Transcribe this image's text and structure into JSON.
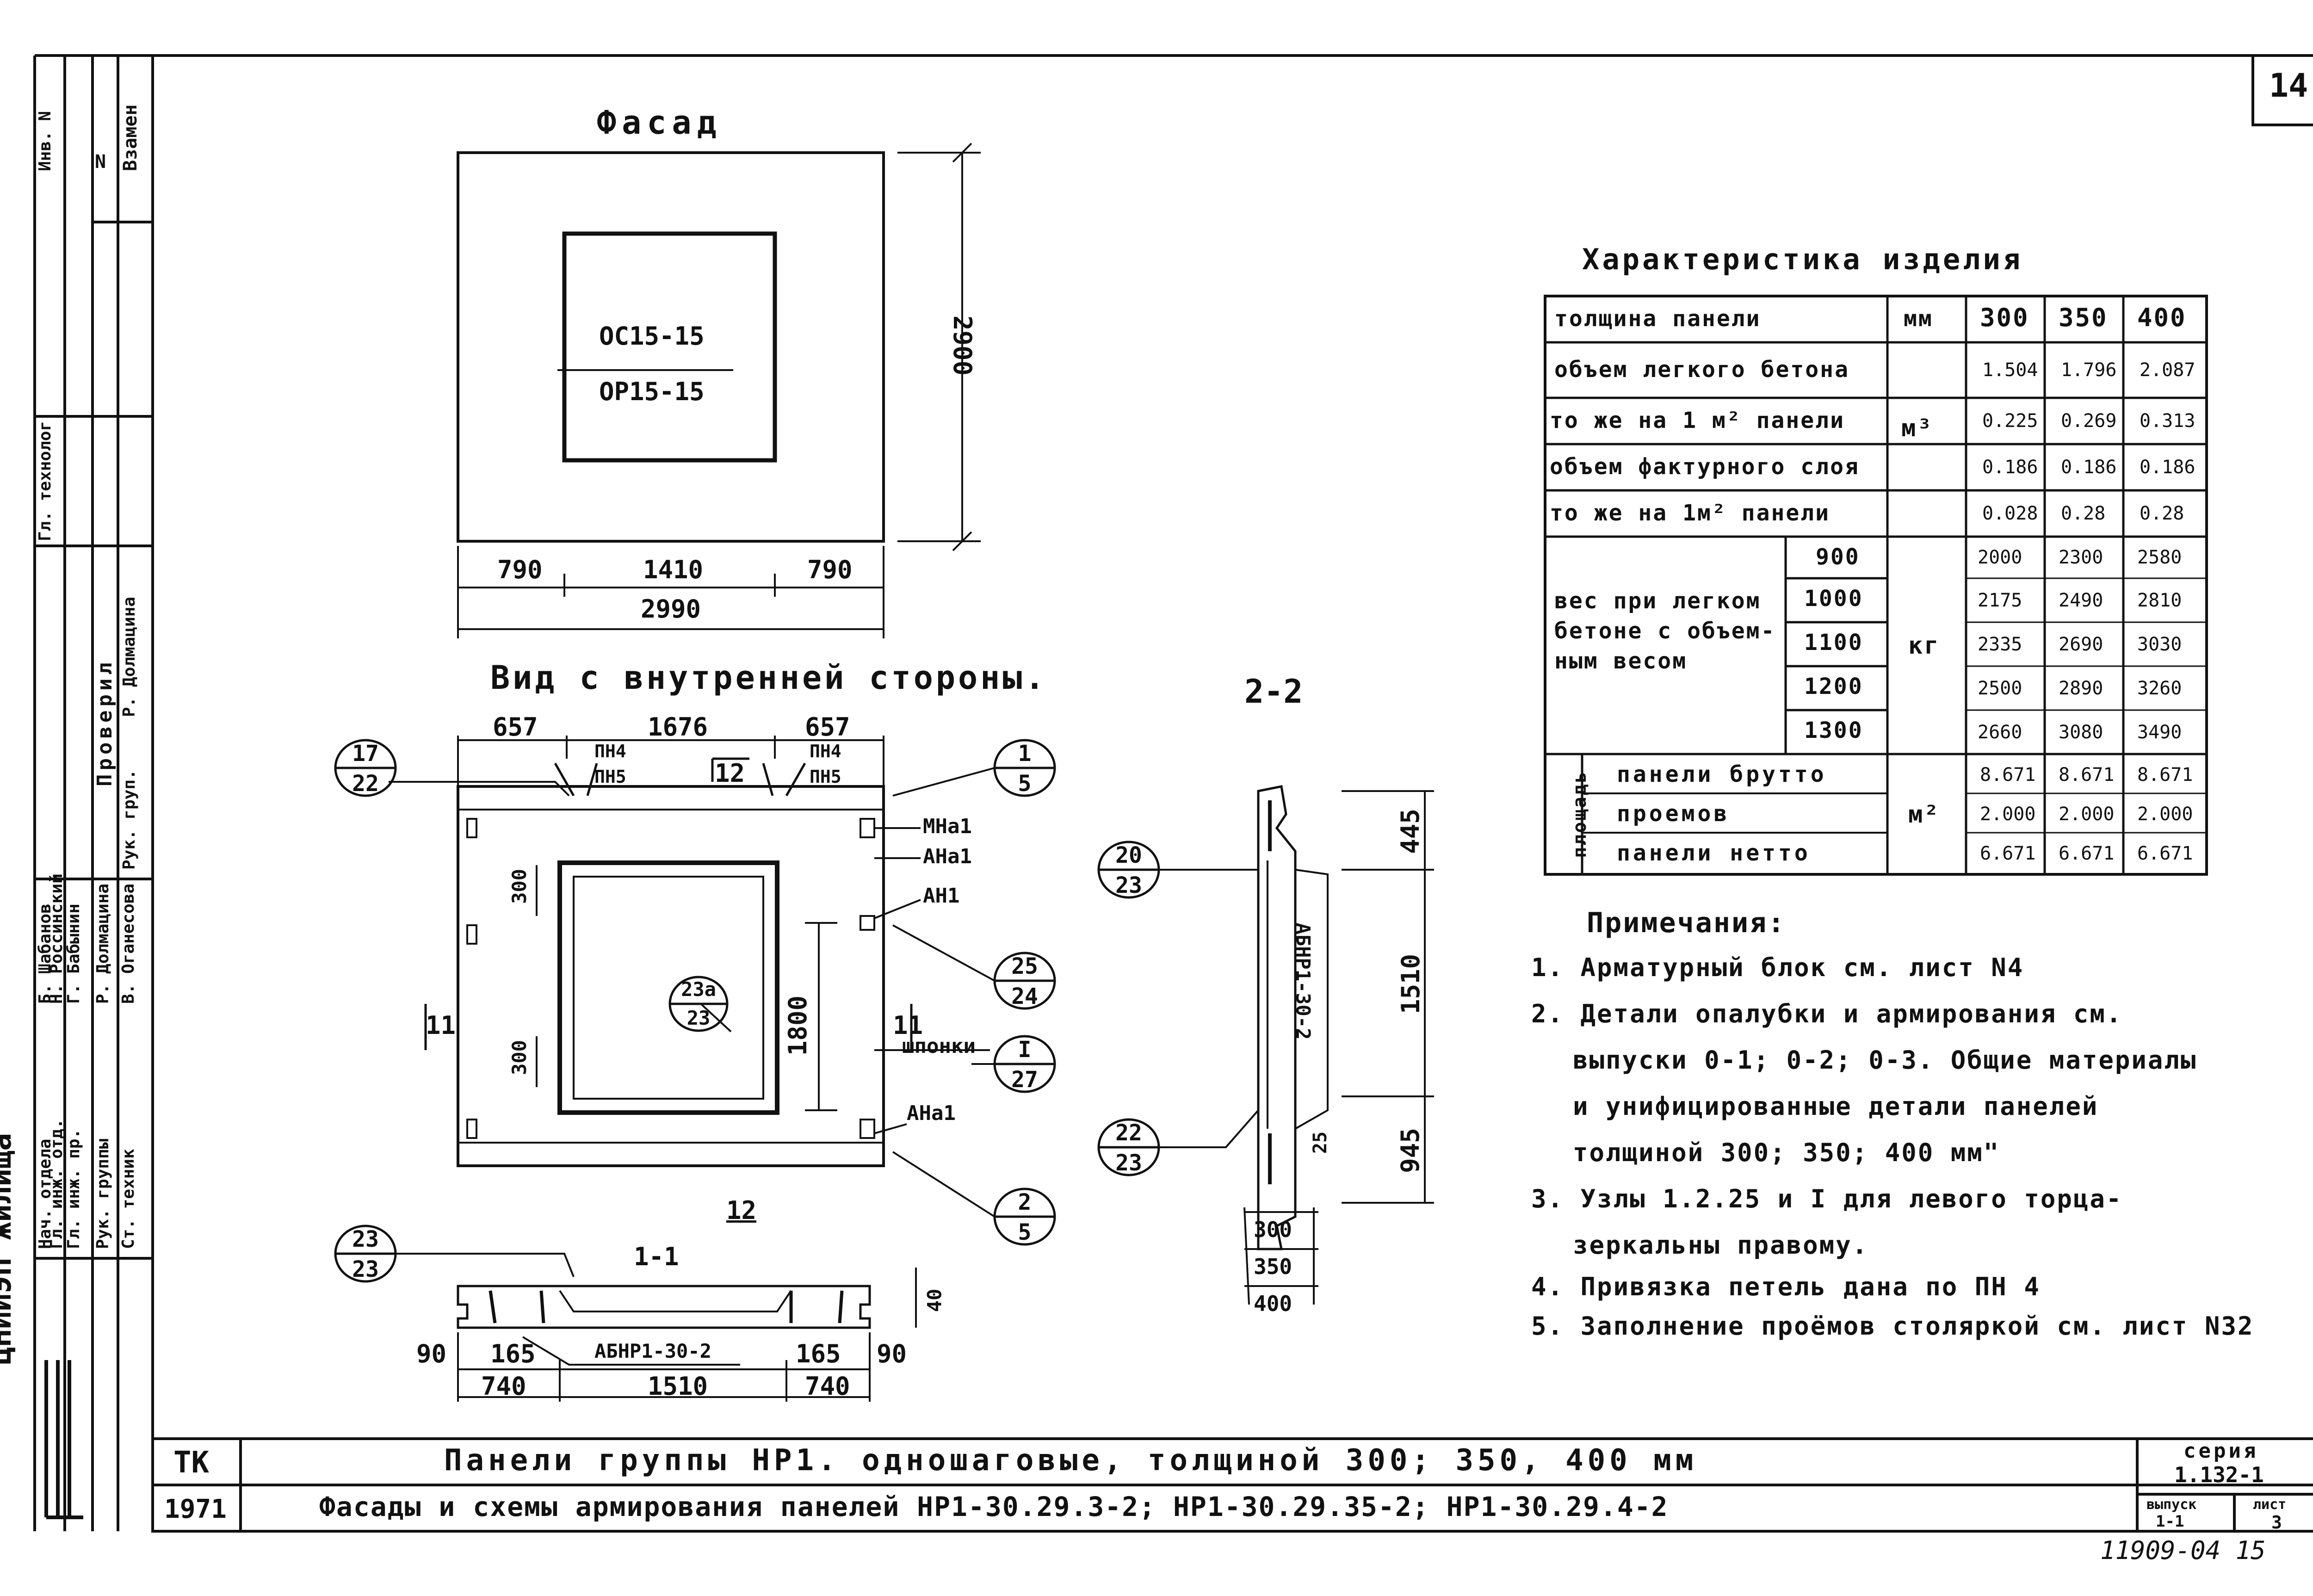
{
  "sheet_number": "14",
  "bottom_note": "11909-04  15",
  "facade": {
    "title": "Фасад",
    "window_label_top": "ОС15-15",
    "window_label_bottom": "ОР15-15",
    "dim_height": "2900",
    "dims_bottom": [
      "790",
      "1410",
      "790"
    ],
    "dim_total": "2990"
  },
  "inner_view": {
    "title": "Вид с внутренней стороны.",
    "dims_top": [
      "657",
      "1676",
      "657"
    ],
    "pn_left": [
      "ПН4",
      "ПН5"
    ],
    "pn_right": [
      "ПН4",
      "ПН5"
    ],
    "section_top": "12",
    "section_bottom": "12",
    "section_left": "11",
    "section_right": "11",
    "dim_300_top": "300",
    "dim_300_bottom": "300",
    "dim_1800": "1800",
    "labels_right": [
      "МНа1",
      "АНа1",
      "АН1",
      "шпонки",
      "АНа1"
    ],
    "callouts": [
      {
        "top": "17",
        "bottom": "22"
      },
      {
        "top": "1",
        "bottom": "5"
      },
      {
        "top": "25",
        "bottom": "24"
      },
      {
        "top": "I",
        "bottom": "27"
      },
      {
        "top": "2",
        "bottom": "5"
      },
      {
        "top": "23а",
        "bottom": "23"
      }
    ]
  },
  "section_11": {
    "title": "1-1",
    "callout": {
      "top": "23",
      "bottom": "23"
    },
    "label": "АБНР1-30-2",
    "dims_top": [
      "90",
      "165",
      "165",
      "90"
    ],
    "dims_bottom": [
      "740",
      "1510",
      "740"
    ],
    "dim_right": "40"
  },
  "section_22": {
    "title": "2-2",
    "callouts": [
      {
        "top": "20",
        "bottom": "23"
      },
      {
        "top": "22",
        "bottom": "23"
      }
    ],
    "label": "АБНР1-30-2",
    "dims_right": [
      "445",
      "1510",
      "945"
    ],
    "dim_25": "25",
    "thickness": [
      "300",
      "350",
      "400"
    ]
  },
  "characteristics": {
    "title": "Характеристика изделия",
    "header": {
      "name": "толщина панели",
      "unit": "мм",
      "cols": [
        "300",
        "350",
        "400"
      ]
    },
    "rows_volume": [
      {
        "name": "объем легкого бетона",
        "values": [
          "1.504",
          "1.796",
          "2.087"
        ]
      },
      {
        "name": "то же на 1 м² панели",
        "values": [
          "0.225",
          "0.269",
          "0.313"
        ]
      },
      {
        "name": "объем фактурного слоя",
        "values": [
          "0.186",
          "0.186",
          "0.186"
        ]
      },
      {
        "name": "то же на 1м² панели",
        "values": [
          "0.028",
          "0.28",
          "0.28"
        ]
      }
    ],
    "unit_volume": "м³",
    "weight_label": [
      "вес при легком",
      "бетоне с объем-",
      "ным весом"
    ],
    "unit_weight": "кг",
    "rows_weight": [
      {
        "density": "900",
        "values": [
          "2000",
          "2300",
          "2580"
        ]
      },
      {
        "density": "1000",
        "values": [
          "2175",
          "2490",
          "2810"
        ]
      },
      {
        "density": "1100",
        "values": [
          "2335",
          "2690",
          "3030"
        ]
      },
      {
        "density": "1200",
        "values": [
          "2500",
          "2890",
          "3260"
        ]
      },
      {
        "density": "1300",
        "values": [
          "2660",
          "3080",
          "3490"
        ]
      }
    ],
    "area_label": "площадь",
    "unit_area": "м²",
    "rows_area": [
      {
        "name": "панели брутто",
        "values": [
          "8.671",
          "8.671",
          "8.671"
        ]
      },
      {
        "name": "проемов",
        "values": [
          "2.000",
          "2.000",
          "2.000"
        ]
      },
      {
        "name": "панели нетто",
        "values": [
          "6.671",
          "6.671",
          "6.671"
        ]
      }
    ]
  },
  "notes": {
    "title": "Примечания:",
    "lines": [
      "1. Арматурный блок см. лист N4",
      "2. Детали опалубки и армирования см.",
      "выпуски 0-1; 0-2; 0-3. Общие материалы",
      "и унифицированные детали панелей",
      "толщиной 300; 350; 400 мм\"",
      "3. Узлы 1.2.25 и I для левого торца-",
      "зеркальны правому.",
      "4. Привязка петель дана по ПН 4",
      "5. Заполнение проёмов столяркой см. лист N32"
    ]
  },
  "title_block": {
    "org_short": "ТК",
    "year": "1971",
    "line1": "Панели группы НР1. одношаговые, толщиной 300; 350, 400 мм",
    "line2": "Фасады и схемы армирования панелей НР1-30.29.3-2; НР1-30.29.35-2; НР1-30.29.4-2",
    "series_label": "серия",
    "series_value": "1.132-1",
    "issue_label": "выпуск",
    "issue_value": "1-1",
    "sheet_label": "лист",
    "sheet_value": "3"
  },
  "stamp": {
    "logo_text": "ЦНИИЭП жилища",
    "roles": [
      "Нач. отдела",
      "Гл. инж. отд.",
      "Гл. инж. пр.",
      "Рук. группы",
      "Ст. техник"
    ],
    "names": [
      "Б. Шабанов",
      "Н. Россинский",
      "Г. Бабынин",
      "Р. Долмацина",
      "В. Оганесова"
    ],
    "tech_label": "Гл. технолог",
    "check_label": "Проверил",
    "check_role": "Рук. груп.",
    "check_name": "Р. Долмацина",
    "replace_label": "Взамен",
    "inv_label": "Инв. N",
    "inv_top": "N"
  }
}
